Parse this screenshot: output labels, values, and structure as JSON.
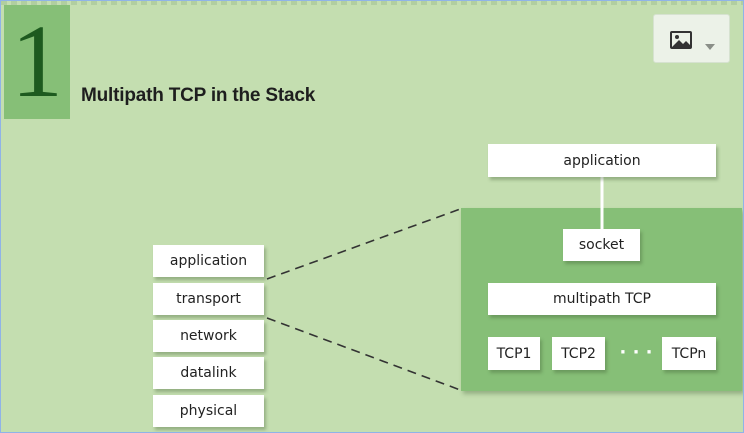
{
  "figure": {
    "number": "1",
    "title": "Multipath TCP in the Stack"
  },
  "toolbar": {
    "image_button_icon": "image-icon",
    "dropdown_icon": "caret-down-icon"
  },
  "stack_layers": [
    "application",
    "transport",
    "network",
    "datalink",
    "physical"
  ],
  "mptcp_detail": {
    "top": "application",
    "socket": "socket",
    "multipath": "multipath TCP",
    "subflows": [
      "TCP1",
      "TCP2",
      "TCPn"
    ],
    "ellipsis": "· · ·"
  },
  "colors": {
    "background": "#c4deb0",
    "accent": "#86bf77",
    "number": "#1d5a1f"
  }
}
